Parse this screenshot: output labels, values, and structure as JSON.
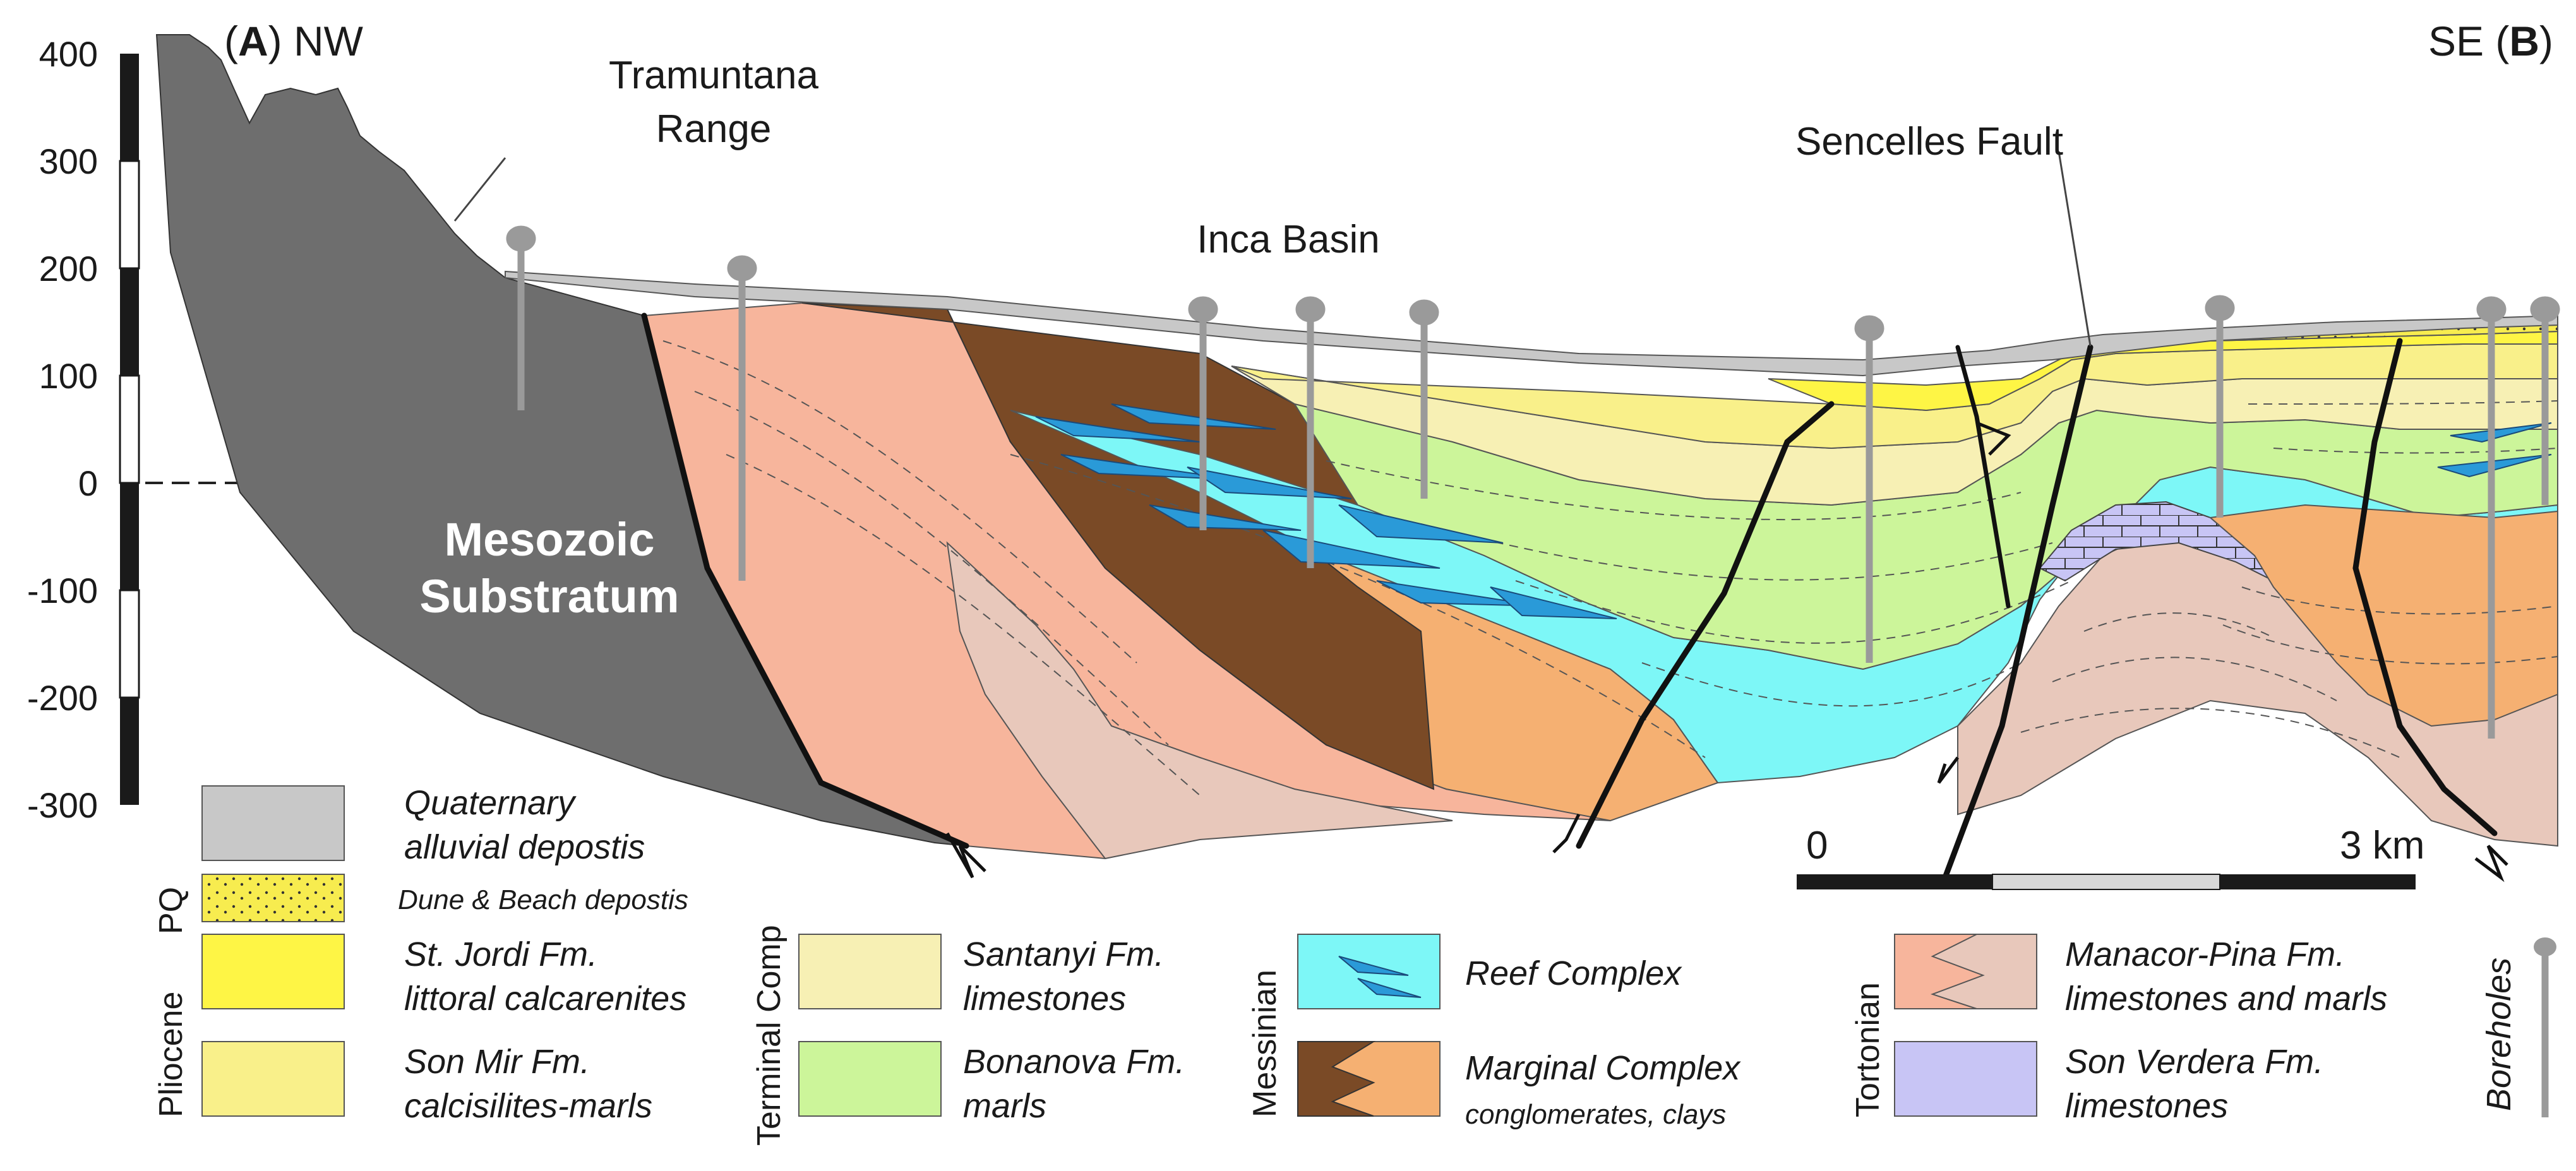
{
  "profile": {
    "end_a": {
      "letter": "A",
      "direction": "NW"
    },
    "end_b": {
      "letter": "B",
      "direction": "SE"
    }
  },
  "axis": {
    "ticks": [
      "400",
      "300",
      "200",
      "100",
      "0",
      "-100",
      "-200",
      "-300"
    ]
  },
  "labels": {
    "range_line1": "Tramuntana",
    "range_line2": "Range",
    "basin": "Inca Basin",
    "fault": "Sencelles Fault",
    "substratum_line1": "Mesozoic",
    "substratum_line2": "Substratum"
  },
  "scale": {
    "start": "0",
    "end": "3 km"
  },
  "legend": {
    "groups": {
      "pq": "PQ",
      "pliocene": "Pliocene",
      "terminal": "Terminal Comp",
      "messinian": "Messinian",
      "tortonian": "Tortonian"
    },
    "units": {
      "quaternary": {
        "name": "Quaternary",
        "desc": "alluvial depostis",
        "color": "#c8c8c8"
      },
      "dune": {
        "name": "Dune & Beach depostis",
        "color": "#f7ec4f"
      },
      "jordi": {
        "name": "St. Jordi Fm.",
        "desc": "littoral calcarenites",
        "color": "#fef545"
      },
      "sonmir": {
        "name": "Son Mir Fm.",
        "desc": "calcisilites-marls",
        "color": "#f9f08a"
      },
      "santanyi": {
        "name": "Santanyi Fm.",
        "desc": "limestones",
        "color": "#f7f0b4"
      },
      "bonanova": {
        "name": "Bonanova Fm.",
        "desc": "marls",
        "color": "#ccf59a"
      },
      "reef": {
        "name": "Reef Complex",
        "color": "#7df7f7"
      },
      "marginal": {
        "name": "Marginal Complex",
        "desc": "conglomerates, clays",
        "color": "#f5b072",
        "color2": "#7a4a26"
      },
      "manacor": {
        "name": "Manacor-Pina Fm.",
        "desc": "limestones and marls",
        "color": "#f7b59c",
        "color2": "#e8c8bb"
      },
      "verdera": {
        "name": "Son Verdera Fm.",
        "desc": "limestones",
        "color": "#c8c5f5"
      }
    },
    "boreholes": "Boreholes"
  },
  "colors": {
    "substratum": "#6e6e6e",
    "quaternary": "#c8c8c8",
    "sonmir": "#f9f08a",
    "santanyi": "#f7f0b4",
    "bonanova": "#ccf59a",
    "reef": "#7df7f7",
    "marginal": "#f5b072",
    "marginal_dark": "#7a4a26",
    "manacor": "#f7b59c",
    "manacor_light": "#e8c8bb",
    "verdera": "#c8c5f5",
    "borehole": "#9a9a9a"
  }
}
